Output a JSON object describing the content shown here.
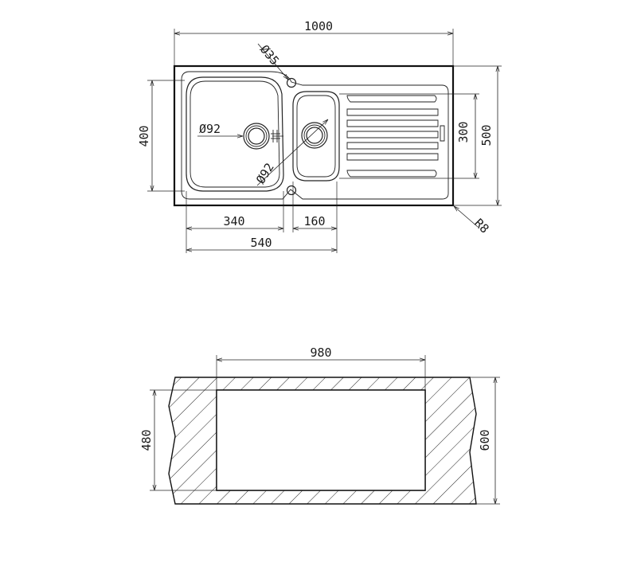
{
  "top_view": {
    "width_label": "1000",
    "height_label": "500",
    "bowl_height_label": "400",
    "small_bowl_height_label": "300",
    "big_bowl_width_label": "340",
    "small_bowl_width_label": "160",
    "bowls_total_label": "540",
    "tap_hole_label": "Ø35",
    "drain_big_label": "Ø92",
    "drain_small_label": "Ø92",
    "corner_radius_label": "R8"
  },
  "cutout_view": {
    "cutout_width_label": "980",
    "cutout_depth_label": "480",
    "worktop_depth_label": "600"
  }
}
